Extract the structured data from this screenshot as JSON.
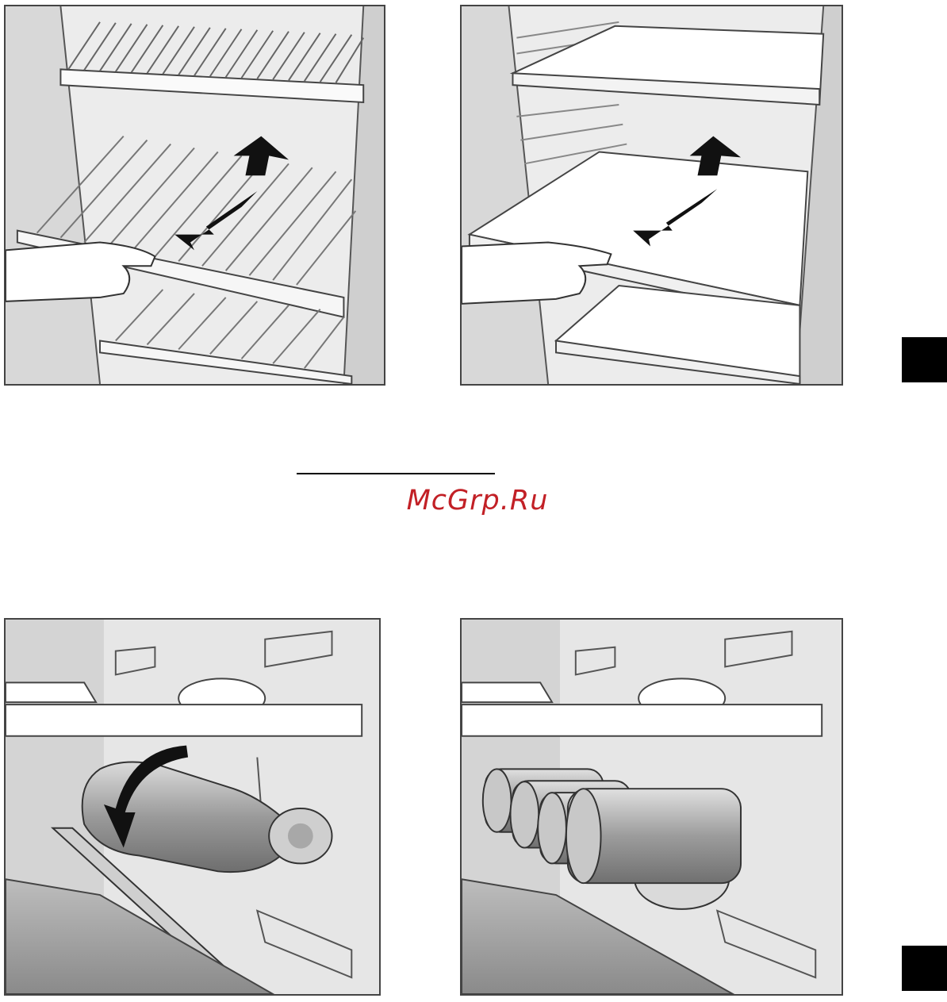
{
  "watermark": {
    "text": "McGrp.Ru",
    "color": "#c22026"
  },
  "figures": [
    {
      "name": "wire-shelf-removal",
      "icons": [
        "arrow-up-icon",
        "arrow-pull-out-icon"
      ]
    },
    {
      "name": "glass-shelf-removal",
      "icons": [
        "arrow-up-icon",
        "arrow-pull-out-icon"
      ]
    },
    {
      "name": "bottle-rack",
      "icons": [
        "curved-arrow-icon"
      ]
    },
    {
      "name": "can-rack",
      "icons": []
    }
  ],
  "colors": {
    "tab": "#000000",
    "frame": "#444444"
  }
}
